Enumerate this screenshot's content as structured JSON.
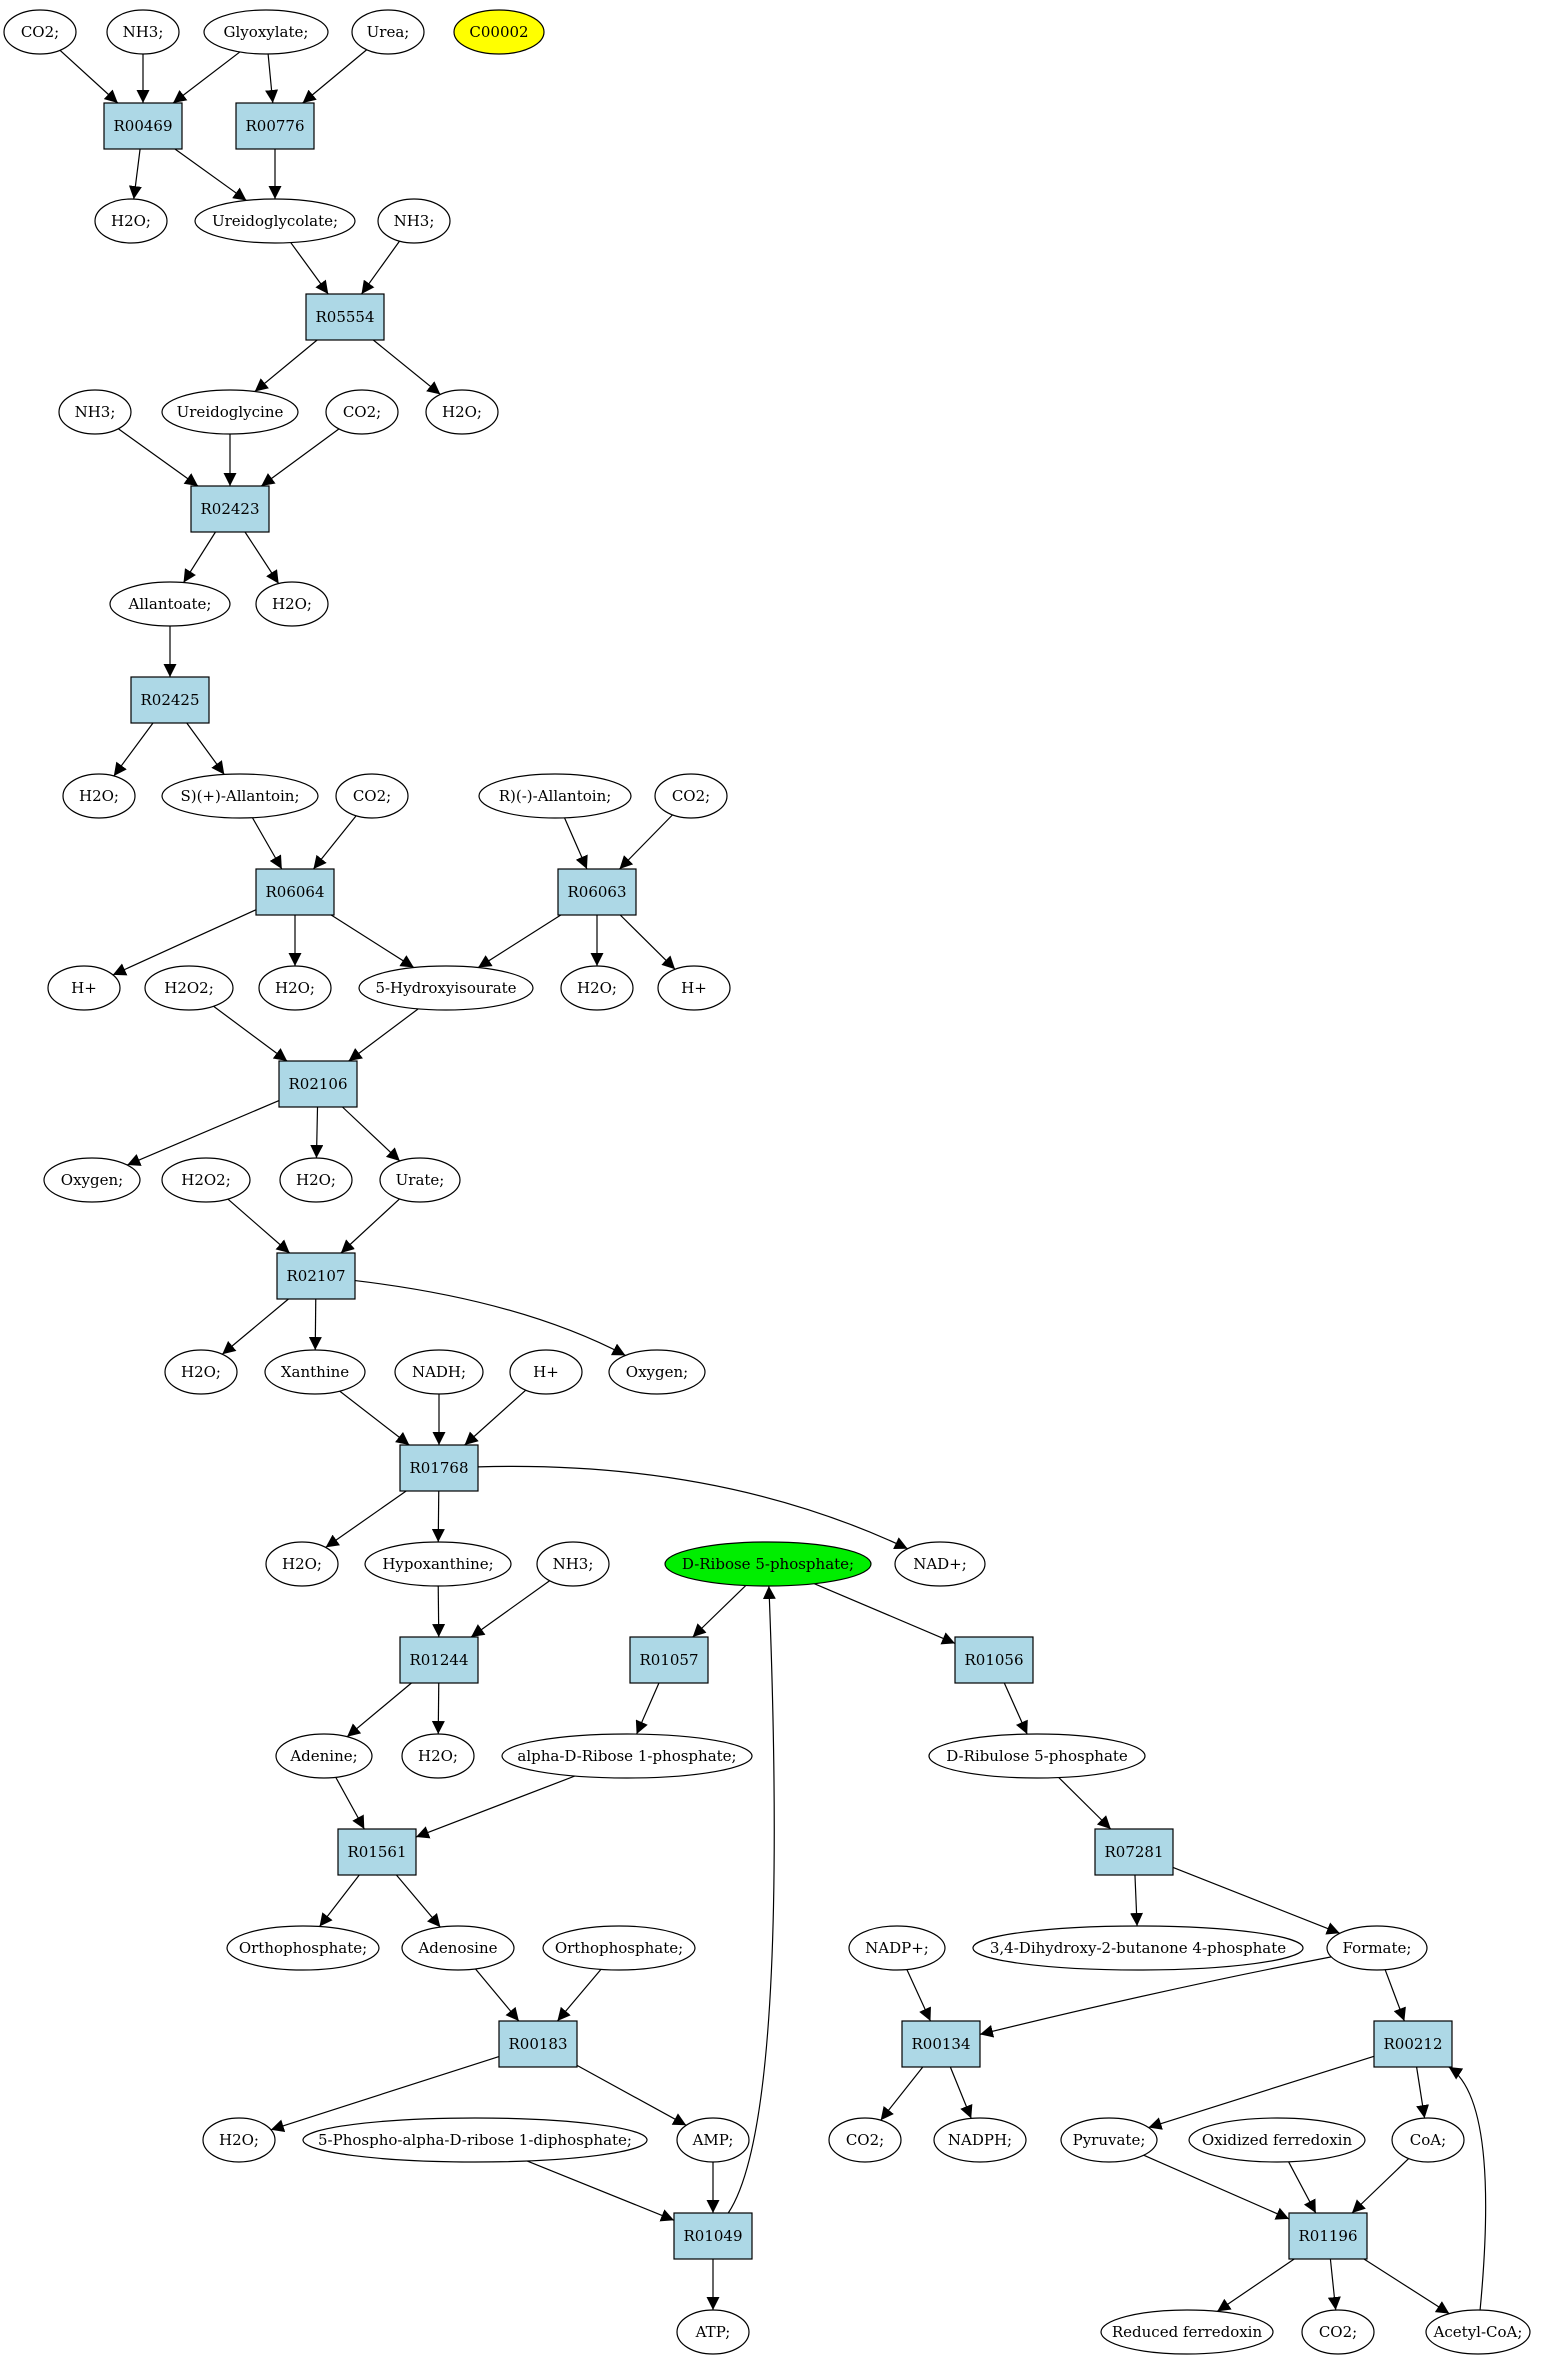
{
  "colors": {
    "reaction_fill": "#add8e6",
    "compound_fill": "#ffffff",
    "highlight_yellow": "#ffff00",
    "highlight_green": "#00ee00",
    "stroke": "#000000"
  },
  "nodes": [
    {
      "id": "c_co2_1",
      "kind": "compound",
      "label": "CO2;"
    },
    {
      "id": "c_nh3_1",
      "kind": "compound",
      "label": "NH3;"
    },
    {
      "id": "c_glyoxylate",
      "kind": "compound",
      "label": "Glyoxylate;"
    },
    {
      "id": "c_urea",
      "kind": "compound",
      "label": "Urea;"
    },
    {
      "id": "c_c00002",
      "kind": "compound",
      "label": "C00002",
      "fill": "highlight_yellow"
    },
    {
      "id": "r_r00469",
      "kind": "reaction",
      "label": "R00469"
    },
    {
      "id": "r_r00776",
      "kind": "reaction",
      "label": "R00776"
    },
    {
      "id": "c_h2o_1",
      "kind": "compound",
      "label": "H2O;"
    },
    {
      "id": "c_ureidoglycolate",
      "kind": "compound",
      "label": "Ureidoglycolate;"
    },
    {
      "id": "c_nh3_2",
      "kind": "compound",
      "label": "NH3;"
    },
    {
      "id": "r_r05554",
      "kind": "reaction",
      "label": "R05554"
    },
    {
      "id": "c_nh3_3",
      "kind": "compound",
      "label": "NH3;"
    },
    {
      "id": "c_ureidoglycine",
      "kind": "compound",
      "label": "Ureidoglycine"
    },
    {
      "id": "c_co2_2",
      "kind": "compound",
      "label": "CO2;"
    },
    {
      "id": "c_h2o_2",
      "kind": "compound",
      "label": "H2O;"
    },
    {
      "id": "r_r02423",
      "kind": "reaction",
      "label": "R02423"
    },
    {
      "id": "c_allantoate",
      "kind": "compound",
      "label": "Allantoate;"
    },
    {
      "id": "c_h2o_3",
      "kind": "compound",
      "label": "H2O;"
    },
    {
      "id": "r_r02425",
      "kind": "reaction",
      "label": "R02425"
    },
    {
      "id": "c_h2o_4",
      "kind": "compound",
      "label": "H2O;"
    },
    {
      "id": "c_s_allantoin",
      "kind": "compound",
      "label": "S)(+)-Allantoin;"
    },
    {
      "id": "c_co2_3",
      "kind": "compound",
      "label": "CO2;"
    },
    {
      "id": "c_r_allantoin",
      "kind": "compound",
      "label": "R)(-)-Allantoin;"
    },
    {
      "id": "c_co2_4",
      "kind": "compound",
      "label": "CO2;"
    },
    {
      "id": "r_r06064",
      "kind": "reaction",
      "label": "R06064"
    },
    {
      "id": "r_r06063",
      "kind": "reaction",
      "label": "R06063"
    },
    {
      "id": "c_hplus_1",
      "kind": "compound",
      "label": "H+"
    },
    {
      "id": "c_h2o2_1",
      "kind": "compound",
      "label": "H2O2;"
    },
    {
      "id": "c_h2o_5",
      "kind": "compound",
      "label": "H2O;"
    },
    {
      "id": "c_hydroxyisourate",
      "kind": "compound",
      "label": "5-Hydroxyisourate"
    },
    {
      "id": "c_h2o_6",
      "kind": "compound",
      "label": "H2O;"
    },
    {
      "id": "c_hplus_2",
      "kind": "compound",
      "label": "H+"
    },
    {
      "id": "r_r02106",
      "kind": "reaction",
      "label": "R02106"
    },
    {
      "id": "c_oxygen_1",
      "kind": "compound",
      "label": "Oxygen;"
    },
    {
      "id": "c_h2o2_2",
      "kind": "compound",
      "label": "H2O2;"
    },
    {
      "id": "c_h2o_7",
      "kind": "compound",
      "label": "H2O;"
    },
    {
      "id": "c_urate",
      "kind": "compound",
      "label": "Urate;"
    },
    {
      "id": "r_r02107",
      "kind": "reaction",
      "label": "R02107"
    },
    {
      "id": "c_h2o_8",
      "kind": "compound",
      "label": "H2O;"
    },
    {
      "id": "c_xanthine",
      "kind": "compound",
      "label": "Xanthine"
    },
    {
      "id": "c_nadh",
      "kind": "compound",
      "label": "NADH;"
    },
    {
      "id": "c_hplus_3",
      "kind": "compound",
      "label": "H+"
    },
    {
      "id": "c_oxygen_2",
      "kind": "compound",
      "label": "Oxygen;"
    },
    {
      "id": "r_r01768",
      "kind": "reaction",
      "label": "R01768"
    },
    {
      "id": "c_h2o_9",
      "kind": "compound",
      "label": "H2O;"
    },
    {
      "id": "c_hypoxanthine",
      "kind": "compound",
      "label": "Hypoxanthine;"
    },
    {
      "id": "c_nh3_4",
      "kind": "compound",
      "label": "NH3;"
    },
    {
      "id": "c_ribose5p",
      "kind": "compound",
      "label": "D-Ribose 5-phosphate;",
      "fill": "highlight_green"
    },
    {
      "id": "c_nadplus",
      "kind": "compound",
      "label": "NAD+;"
    },
    {
      "id": "r_r01244",
      "kind": "reaction",
      "label": "R01244"
    },
    {
      "id": "r_r01057",
      "kind": "reaction",
      "label": "R01057"
    },
    {
      "id": "r_r01056",
      "kind": "reaction",
      "label": "R01056"
    },
    {
      "id": "c_adenine",
      "kind": "compound",
      "label": "Adenine;"
    },
    {
      "id": "c_h2o_10",
      "kind": "compound",
      "label": "H2O;"
    },
    {
      "id": "c_alpha_ribose1p",
      "kind": "compound",
      "label": "alpha-D-Ribose 1-phosphate;"
    },
    {
      "id": "c_ribulose5p",
      "kind": "compound",
      "label": "D-Ribulose 5-phosphate"
    },
    {
      "id": "r_r01561",
      "kind": "reaction",
      "label": "R01561"
    },
    {
      "id": "r_r07281",
      "kind": "reaction",
      "label": "R07281"
    },
    {
      "id": "c_orthophosphate_1",
      "kind": "compound",
      "label": "Orthophosphate;"
    },
    {
      "id": "c_adenosine",
      "kind": "compound",
      "label": "Adenosine"
    },
    {
      "id": "c_orthophosphate_2",
      "kind": "compound",
      "label": "Orthophosphate;"
    },
    {
      "id": "c_nadpplus",
      "kind": "compound",
      "label": "NADP+;"
    },
    {
      "id": "c_dihydroxybutanone",
      "kind": "compound",
      "label": "3,4-Dihydroxy-2-butanone 4-phosphate"
    },
    {
      "id": "c_formate",
      "kind": "compound",
      "label": "Formate;"
    },
    {
      "id": "r_r00183",
      "kind": "reaction",
      "label": "R00183"
    },
    {
      "id": "r_r00134",
      "kind": "reaction",
      "label": "R00134"
    },
    {
      "id": "r_r00212",
      "kind": "reaction",
      "label": "R00212"
    },
    {
      "id": "c_h2o_11",
      "kind": "compound",
      "label": "H2O;"
    },
    {
      "id": "c_prpp",
      "kind": "compound",
      "label": "5-Phospho-alpha-D-ribose 1-diphosphate;"
    },
    {
      "id": "c_amp",
      "kind": "compound",
      "label": "AMP;"
    },
    {
      "id": "c_co2_5",
      "kind": "compound",
      "label": "CO2;"
    },
    {
      "id": "c_nadph",
      "kind": "compound",
      "label": "NADPH;"
    },
    {
      "id": "c_pyruvate",
      "kind": "compound",
      "label": "Pyruvate;"
    },
    {
      "id": "c_ox_ferredoxin",
      "kind": "compound",
      "label": "Oxidized ferredoxin"
    },
    {
      "id": "c_coa",
      "kind": "compound",
      "label": "CoA;"
    },
    {
      "id": "r_r01049",
      "kind": "reaction",
      "label": "R01049"
    },
    {
      "id": "r_r01196",
      "kind": "reaction",
      "label": "R01196"
    },
    {
      "id": "c_atp",
      "kind": "compound",
      "label": "ATP;"
    },
    {
      "id": "c_red_ferredoxin",
      "kind": "compound",
      "label": "Reduced ferredoxin"
    },
    {
      "id": "c_co2_6",
      "kind": "compound",
      "label": "CO2;"
    },
    {
      "id": "c_acetylcoa",
      "kind": "compound",
      "label": "Acetyl-CoA;"
    }
  ],
  "edges": [
    [
      "c_co2_1",
      "r_r00469"
    ],
    [
      "c_nh3_1",
      "r_r00469"
    ],
    [
      "c_glyoxylate",
      "r_r00469"
    ],
    [
      "c_glyoxylate",
      "r_r00776"
    ],
    [
      "c_urea",
      "r_r00776"
    ],
    [
      "r_r00469",
      "c_h2o_1"
    ],
    [
      "r_r00469",
      "c_ureidoglycolate"
    ],
    [
      "r_r00776",
      "c_ureidoglycolate"
    ],
    [
      "c_ureidoglycolate",
      "r_r05554"
    ],
    [
      "c_nh3_2",
      "r_r05554"
    ],
    [
      "r_r05554",
      "c_ureidoglycine"
    ],
    [
      "r_r05554",
      "c_h2o_2"
    ],
    [
      "c_nh3_3",
      "r_r02423"
    ],
    [
      "c_ureidoglycine",
      "r_r02423"
    ],
    [
      "c_co2_2",
      "r_r02423"
    ],
    [
      "r_r02423",
      "c_allantoate"
    ],
    [
      "r_r02423",
      "c_h2o_3"
    ],
    [
      "c_allantoate",
      "r_r02425"
    ],
    [
      "r_r02425",
      "c_h2o_4"
    ],
    [
      "r_r02425",
      "c_s_allantoin"
    ],
    [
      "c_s_allantoin",
      "r_r06064"
    ],
    [
      "c_co2_3",
      "r_r06064"
    ],
    [
      "c_r_allantoin",
      "r_r06063"
    ],
    [
      "c_co2_4",
      "r_r06063"
    ],
    [
      "r_r06064",
      "c_hplus_1"
    ],
    [
      "r_r06064",
      "c_h2o_5"
    ],
    [
      "r_r06064",
      "c_hydroxyisourate"
    ],
    [
      "r_r06063",
      "c_hydroxyisourate"
    ],
    [
      "r_r06063",
      "c_h2o_6"
    ],
    [
      "r_r06063",
      "c_hplus_2"
    ],
    [
      "c_h2o2_1",
      "r_r02106"
    ],
    [
      "c_hydroxyisourate",
      "r_r02106"
    ],
    [
      "r_r02106",
      "c_oxygen_1"
    ],
    [
      "r_r02106",
      "c_h2o_7"
    ],
    [
      "r_r02106",
      "c_urate"
    ],
    [
      "c_h2o2_2",
      "r_r02107"
    ],
    [
      "c_urate",
      "r_r02107"
    ],
    [
      "r_r02107",
      "c_h2o_8"
    ],
    [
      "r_r02107",
      "c_xanthine"
    ],
    [
      "r_r02107",
      "c_oxygen_2"
    ],
    [
      "c_xanthine",
      "r_r01768"
    ],
    [
      "c_nadh",
      "r_r01768"
    ],
    [
      "c_hplus_3",
      "r_r01768"
    ],
    [
      "r_r01768",
      "c_h2o_9"
    ],
    [
      "r_r01768",
      "c_hypoxanthine"
    ],
    [
      "r_r01768",
      "c_nadplus"
    ],
    [
      "c_hypoxanthine",
      "r_r01244"
    ],
    [
      "c_nh3_4",
      "r_r01244"
    ],
    [
      "r_r01244",
      "c_adenine"
    ],
    [
      "r_r01244",
      "c_h2o_10"
    ],
    [
      "c_ribose5p",
      "r_r01057"
    ],
    [
      "c_ribose5p",
      "r_r01056"
    ],
    [
      "r_r01057",
      "c_alpha_ribose1p"
    ],
    [
      "r_r01056",
      "c_ribulose5p"
    ],
    [
      "c_adenine",
      "r_r01561"
    ],
    [
      "c_alpha_ribose1p",
      "r_r01561"
    ],
    [
      "c_ribulose5p",
      "r_r07281"
    ],
    [
      "r_r01561",
      "c_orthophosphate_1"
    ],
    [
      "r_r01561",
      "c_adenosine"
    ],
    [
      "r_r07281",
      "c_dihydroxybutanone"
    ],
    [
      "r_r07281",
      "c_formate"
    ],
    [
      "c_adenosine",
      "r_r00183"
    ],
    [
      "c_orthophosphate_2",
      "r_r00183"
    ],
    [
      "c_nadpplus",
      "r_r00134"
    ],
    [
      "c_formate",
      "r_r00134"
    ],
    [
      "c_formate",
      "r_r00212"
    ],
    [
      "r_r00183",
      "c_h2o_11"
    ],
    [
      "r_r00183",
      "c_amp"
    ],
    [
      "r_r00134",
      "c_co2_5"
    ],
    [
      "r_r00134",
      "c_nadph"
    ],
    [
      "r_r00212",
      "c_pyruvate"
    ],
    [
      "r_r00212",
      "c_coa"
    ],
    [
      "c_prpp",
      "r_r01049"
    ],
    [
      "c_amp",
      "r_r01049"
    ],
    [
      "r_r01049",
      "c_ribose5p"
    ],
    [
      "c_pyruvate",
      "r_r01196"
    ],
    [
      "c_ox_ferredoxin",
      "r_r01196"
    ],
    [
      "c_coa",
      "r_r01196"
    ],
    [
      "r_r01049",
      "c_atp"
    ],
    [
      "r_r01196",
      "c_red_ferredoxin"
    ],
    [
      "r_r01196",
      "c_co2_6"
    ],
    [
      "r_r01196",
      "c_acetylcoa"
    ],
    [
      "c_acetylcoa",
      "r_r00212"
    ]
  ]
}
